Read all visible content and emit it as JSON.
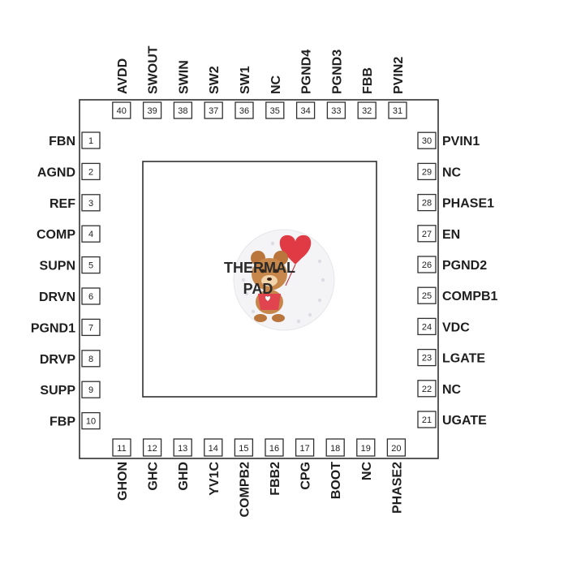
{
  "package": {
    "pad_label_line1": "THERMAL",
    "pad_label_line2": "PAD"
  },
  "pins": {
    "left": [
      {
        "num": "1",
        "label": "FBN"
      },
      {
        "num": "2",
        "label": "AGND"
      },
      {
        "num": "3",
        "label": "REF"
      },
      {
        "num": "4",
        "label": "COMP"
      },
      {
        "num": "5",
        "label": "SUPN"
      },
      {
        "num": "6",
        "label": "DRVN"
      },
      {
        "num": "7",
        "label": "PGND1"
      },
      {
        "num": "8",
        "label": "DRVP"
      },
      {
        "num": "9",
        "label": "SUPP"
      },
      {
        "num": "10",
        "label": "FBP"
      }
    ],
    "bottom": [
      {
        "num": "11",
        "label": "GHON"
      },
      {
        "num": "12",
        "label": "GHC"
      },
      {
        "num": "13",
        "label": "GHD"
      },
      {
        "num": "14",
        "label": "YV1C"
      },
      {
        "num": "15",
        "label": "COMPB2"
      },
      {
        "num": "16",
        "label": "FBB2"
      },
      {
        "num": "17",
        "label": "CPG"
      },
      {
        "num": "18",
        "label": "BOOT"
      },
      {
        "num": "19",
        "label": "NC"
      },
      {
        "num": "20",
        "label": "PHASE2"
      }
    ],
    "right": [
      {
        "num": "21",
        "label": "UGATE"
      },
      {
        "num": "22",
        "label": "NC"
      },
      {
        "num": "23",
        "label": "LGATE"
      },
      {
        "num": "24",
        "label": "VDC"
      },
      {
        "num": "25",
        "label": "COMPB1"
      },
      {
        "num": "26",
        "label": "PGND2"
      },
      {
        "num": "27",
        "label": "EN"
      },
      {
        "num": "28",
        "label": "PHASE1"
      },
      {
        "num": "29",
        "label": "NC"
      },
      {
        "num": "30",
        "label": "PVIN1"
      }
    ],
    "top": [
      {
        "num": "31",
        "label": "PVIN2"
      },
      {
        "num": "32",
        "label": "FBB"
      },
      {
        "num": "33",
        "label": "PGND3"
      },
      {
        "num": "34",
        "label": "PGND4"
      },
      {
        "num": "35",
        "label": "NC"
      },
      {
        "num": "36",
        "label": "SW1"
      },
      {
        "num": "37",
        "label": "SW2"
      },
      {
        "num": "38",
        "label": "SWIN"
      },
      {
        "num": "39",
        "label": "SWOUT"
      },
      {
        "num": "40",
        "label": "AVDD"
      }
    ]
  }
}
